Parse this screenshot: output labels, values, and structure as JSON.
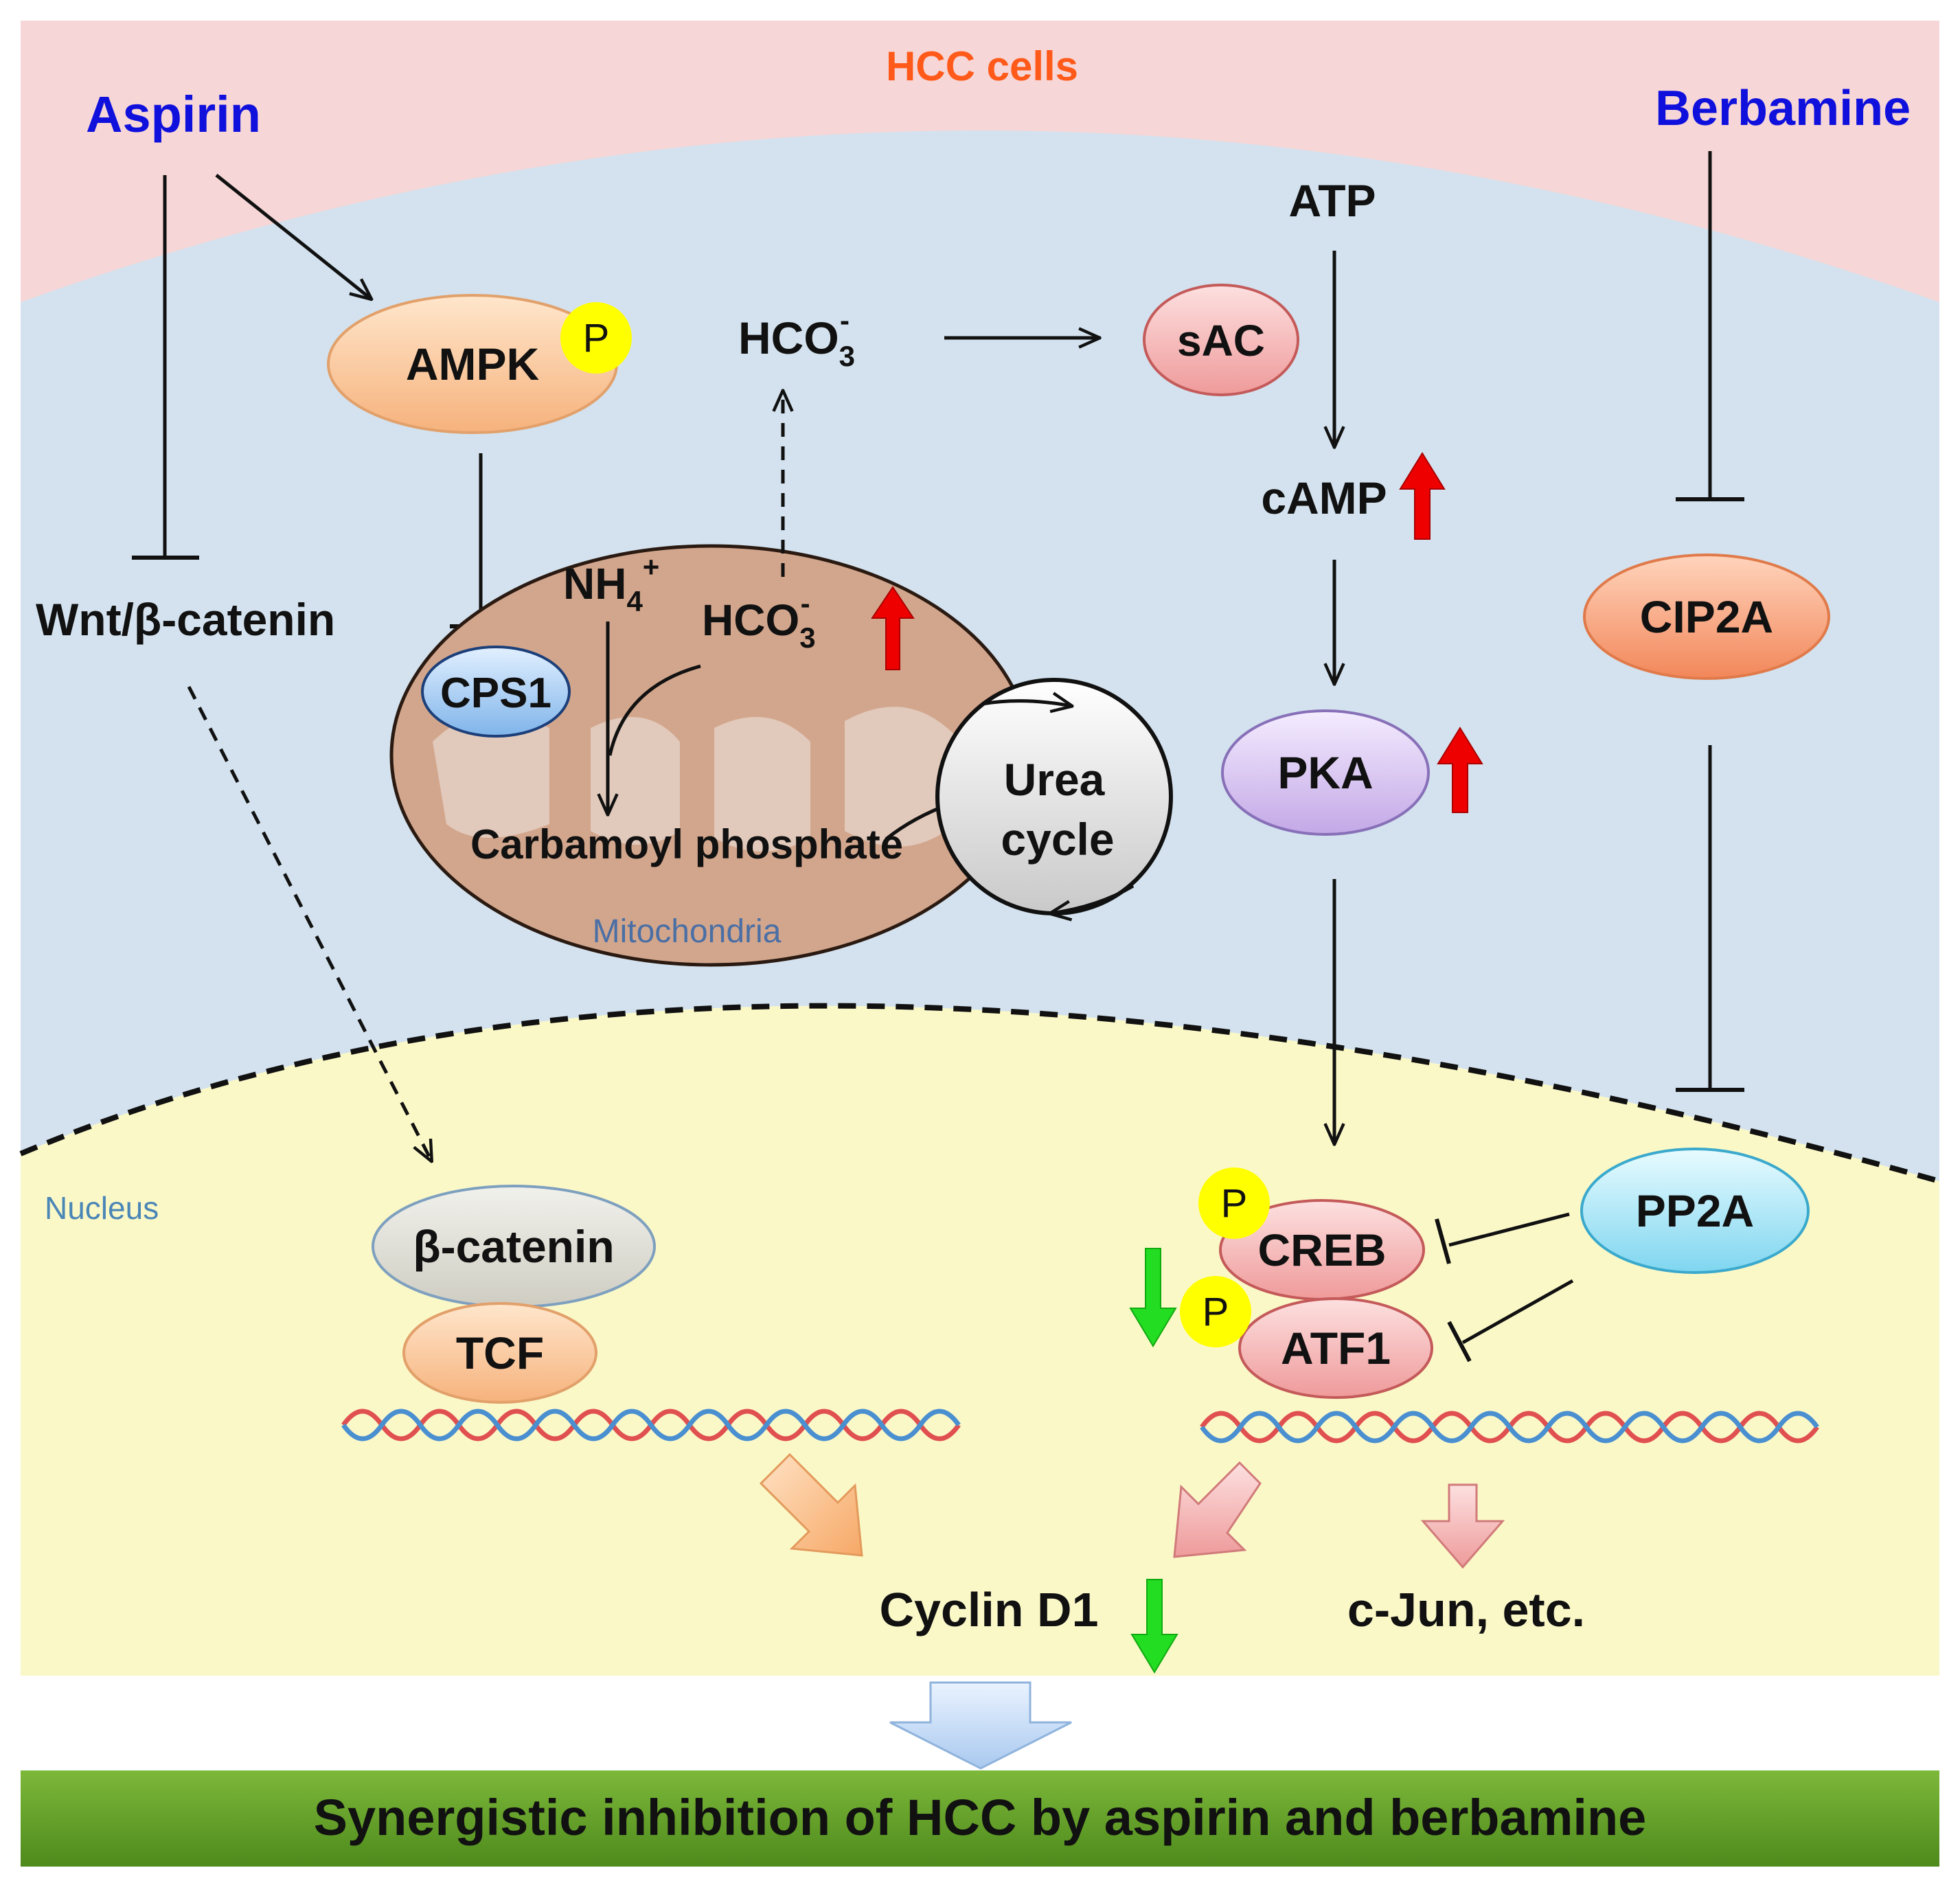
{
  "regions": {
    "cell": "HCC cells",
    "nucleus": "Nucleus",
    "mitochondria": "Mitochondria"
  },
  "drugs": {
    "aspirin": "Aspirin",
    "berbamine": "Berbamine"
  },
  "nodes": {
    "ampk": "AMPK",
    "phospho": "P",
    "cps1": "CPS1",
    "hco3_base": "HCO",
    "hco3_sub": "3",
    "hco3_sup": "-",
    "nh4_base": "NH",
    "nh4_sub": "4",
    "nh4_sup": "+",
    "carbamoyl_phosphate": "Carbamoyl  phosphate",
    "urea_cycle_line1": "Urea",
    "urea_cycle_line2": "cycle",
    "sac": "sAC",
    "atp": "ATP",
    "camp": "cAMP",
    "pka": "PKA",
    "cip2a": "CIP2A",
    "pp2a": "PP2A",
    "wnt": "Wnt/β-catenin",
    "beta_catenin": "β-catenin",
    "tcf": "TCF",
    "creb": "CREB",
    "atf1": "ATF1",
    "cyclin_d1": "Cyclin  D1",
    "cjun": "c-Jun, etc."
  },
  "conclusion": "Synergistic  inhibition  of HCC by aspirin  and berbamine",
  "colors": {
    "drug_text": "#1010dd",
    "region_text": "#ff5a1a",
    "up_arrow": "#ee0000",
    "down_arrow": "#22dd22",
    "cytoplasm": "#d3e2ee",
    "nucleus": "#fbf8c8",
    "outer": "#f6d6d6",
    "banner": "#5f9e24"
  }
}
